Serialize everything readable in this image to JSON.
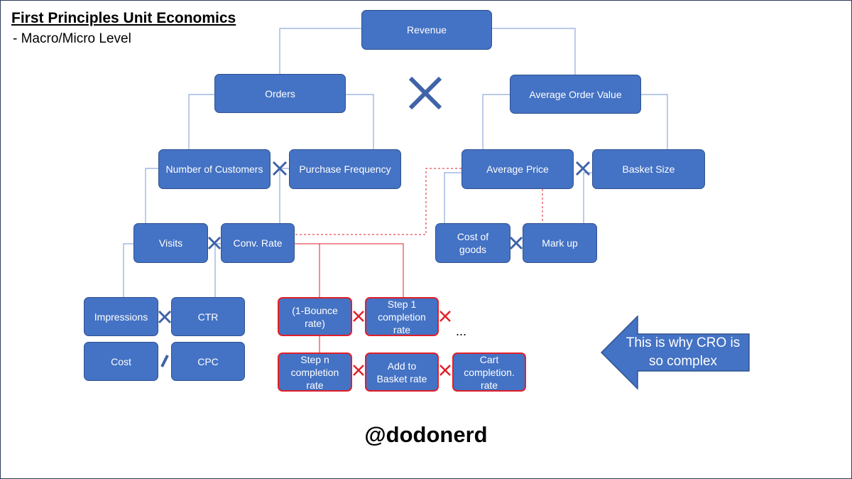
{
  "header": {
    "title": "First Principles Unit Economics",
    "subtitle": "- Macro/Micro Level"
  },
  "nodes": {
    "revenue": "Revenue",
    "orders": "Orders",
    "average_order_value": "Average Order Value",
    "number_of_customers": "Number of Customers",
    "purchase_frequency": "Purchase Frequency",
    "average_price": "Average Price",
    "basket_size": "Basket Size",
    "visits": "Visits",
    "conv_rate": "Conv. Rate",
    "cost_of_goods": "Cost of\ngoods",
    "mark_up": "Mark up",
    "impressions": "Impressions",
    "ctr": "CTR",
    "cost": "Cost",
    "cpc": "CPC",
    "bounce_rate": "(1-Bounce\nrate)",
    "step1_completion": "Step 1\ncompletion\nrate",
    "stepn_completion": "Step n\ncompletion\nrate",
    "add_to_basket": "Add to\nBasket rate",
    "cart_completion": "Cart\ncompletion.\nrate"
  },
  "ellipsis": "...",
  "callout": "This is why CRO is\nso complex",
  "handle": "@dodonerd",
  "colors": {
    "node_fill": "#4472c4",
    "node_border": "#2f528f",
    "connector": "#8faadc",
    "red_border": "#e0202a",
    "blue_cross": "#3f63a8"
  }
}
